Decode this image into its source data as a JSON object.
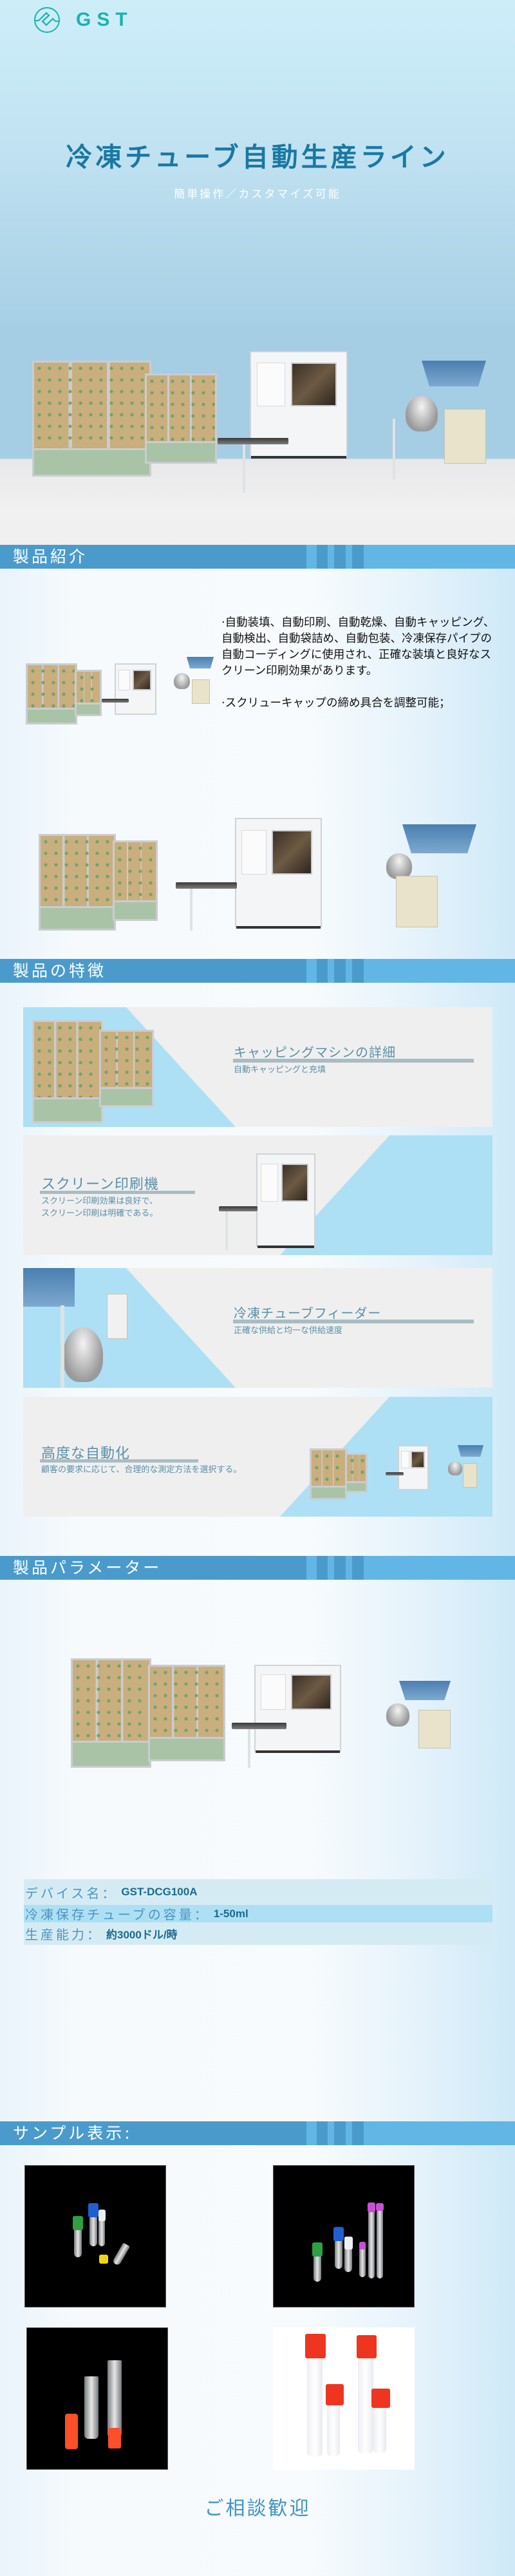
{
  "brand": {
    "logo_text": "GST",
    "logo_color": "#19b3ae"
  },
  "hero": {
    "title": "冷凍チューブ自動生産ライン",
    "subtitle": "簡単操作／カスタマイズ可能",
    "image_alt": "冷凍チューブ自動生産ライン 機械全体"
  },
  "sections": {
    "intro": {
      "header": "製品紹介",
      "paragraphs": [
        "·自動装填、自動印刷、自動乾燥、自動キャッピング、自動検出、自動袋詰め、自動包装、冷凍保存パイプの自動コーディングに使用され、正確な装填と良好なスクリーン印刷効果があります。",
        "·スクリューキャップの締め具合を調整可能；"
      ]
    },
    "features": {
      "header": "製品の特徴",
      "cards": [
        {
          "title": "キャッピングマシンの詳細",
          "desc": [
            "自動キャッピングと充填"
          ]
        },
        {
          "title": "スクリーン印刷機",
          "desc": [
            "スクリーン印刷効果は良好で、",
            "スクリーン印刷は明確である。"
          ]
        },
        {
          "title": "冷凍チューブフィーダー",
          "desc": [
            "正確な供給と均一な供給速度"
          ]
        },
        {
          "title": "高度な自動化",
          "desc": [
            "顧客の要求に応じて、合理的な測定方法を選択する。"
          ]
        }
      ]
    },
    "params": {
      "header": "製品パラメーター",
      "rows": [
        {
          "label": "デバイス名：",
          "value": "GST-DCG100A"
        },
        {
          "label": "冷凍保存チューブの容量：",
          "value": "1-50ml"
        },
        {
          "label": "生産能力：",
          "value": "約3000ドル/時"
        }
      ]
    },
    "samples": {
      "header": "サンプル表示:",
      "images": [
        {
          "alt": "冷凍チューブ 緑・青・白・黄色キャップ",
          "bg": "dark"
        },
        {
          "alt": "冷凍チューブ 各種サイズ 紫キャップ",
          "bg": "dark"
        },
        {
          "alt": "冷凍チューブ 赤キャップ 透明",
          "bg": "dark"
        },
        {
          "alt": "試験管 赤キャップ 4本",
          "bg": "light"
        }
      ]
    }
  },
  "footer": {
    "cta": "ご相談歓迎"
  },
  "colors": {
    "accent_dark": "#4a9bcc",
    "accent_light": "#62b6e6",
    "title_blue": "#1a78a2",
    "card_bg": "#efefef",
    "card_tri": "#ade0f4",
    "param_value": "#1a6a8f"
  }
}
